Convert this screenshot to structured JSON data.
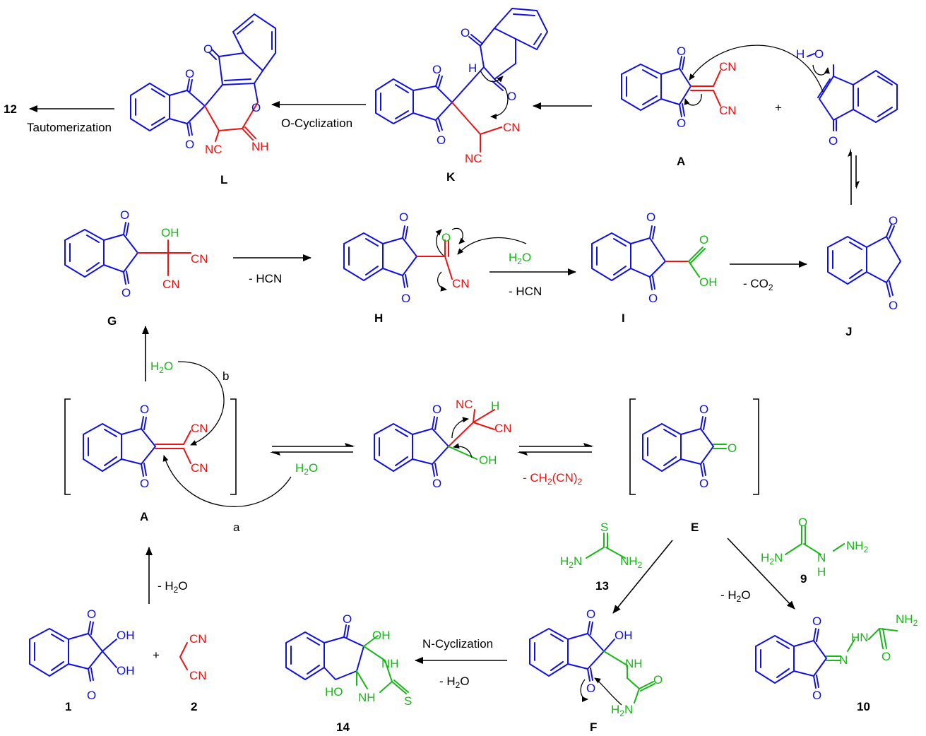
{
  "labels": {
    "A_top": "A",
    "K": "K",
    "L": "L",
    "G": "G",
    "H": "H",
    "I": "I",
    "J": "J",
    "A_mid": "A",
    "E": "E",
    "n1": "1",
    "n2": "2",
    "n14": "14",
    "F": "F",
    "n10": "10",
    "n13": "13",
    "n9": "9",
    "n12": "12"
  },
  "conditions": {
    "tautomerization": "Tautomerization",
    "o_cyclization": "O-Cyclization",
    "minus_hcn_1": "- HCN",
    "h2o_h": "H2O",
    "minus_hcn_2": "- HCN",
    "minus_co2": "- CO2",
    "path_b": "b",
    "path_a": "a",
    "h2o_b": "H2O",
    "h2o_a": "H2O",
    "minus_ch2cn2": "- CH2(CN)2",
    "minus_h2o_1": "- H2O",
    "n_cyclization": "N-Cyclization",
    "minus_h2o_2": "- H2O",
    "minus_h2o_3": "- H2O",
    "plus_top": "+",
    "plus_bottom": "+"
  },
  "colors": {
    "indanedione": "#1010e0",
    "malononitrile": "#ee1111",
    "reagent": "#17b817",
    "arrow": "#000000"
  }
}
